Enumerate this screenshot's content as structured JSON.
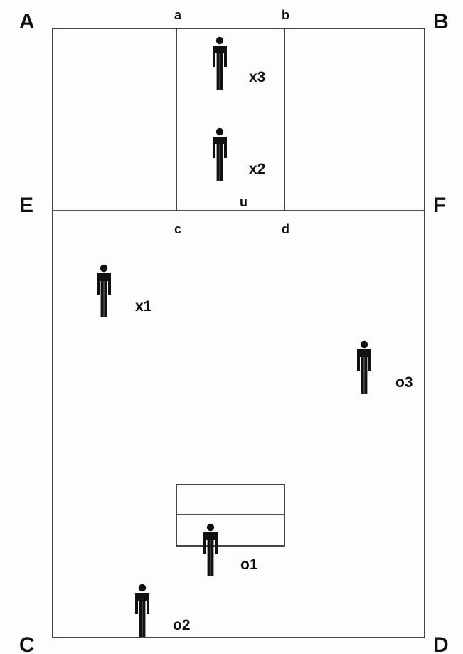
{
  "corners": {
    "A": "A",
    "B": "B",
    "C": "C",
    "D": "D",
    "E": "E",
    "F": "F"
  },
  "points": {
    "a": "a",
    "b": "b",
    "c": "c",
    "d": "d",
    "u": "u"
  },
  "players": {
    "x1": "x1",
    "x2": "x2",
    "x3": "x3",
    "o1": "o1",
    "o2": "o2",
    "o3": "o3"
  },
  "colors": {
    "ink": "#111111",
    "background": "#fdfdfd"
  },
  "icons": {
    "player": "person-icon"
  }
}
